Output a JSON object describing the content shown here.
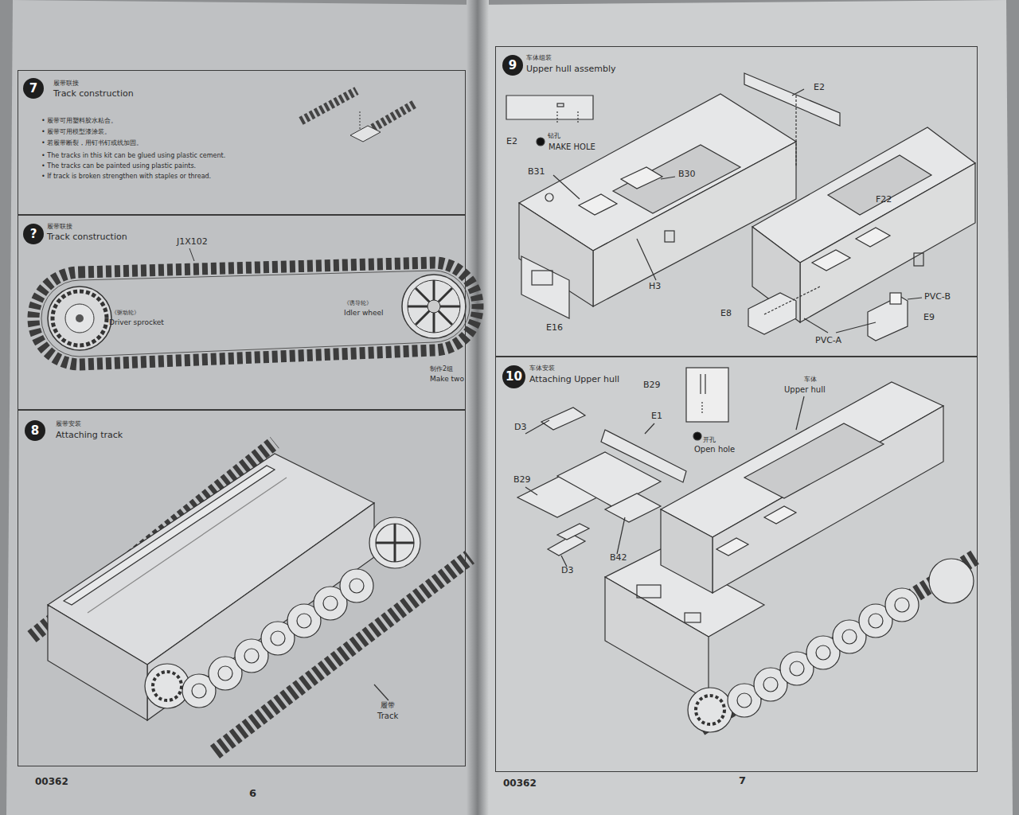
{
  "diagram": {
    "nodes": [
      {
        "text": [
          "履带联接",
          "Track construction"
        ]
      },
      {
        "text": [
          "7"
        ],
        "in": 0
      },
      {
        "text": [
          "履带联接",
          "Track construction"
        ]
      },
      {
        "text": [
          "?"
        ],
        "in": 2
      },
      {
        "text": [
          "履带安装",
          "Attaching track"
        ]
      },
      {
        "text": [
          "8"
        ],
        "in": 4
      },
      {
        "text": [
          "车体组装",
          "Upper hull assembly"
        ]
      },
      {
        "text": [
          "9"
        ],
        "in": 6
      },
      {
        "text": [
          "车体安装",
          "Attaching Upper hull"
        ]
      },
      {
        "text": [
          "10"
        ],
        "in": 8
      }
    ],
    "labels": [
      "• 履带可用塑料胶水粘合。",
      "• 履带可用模型漆涂装。",
      "• 若履带断裂，用钉书钉或线加固。",
      "• The tracks in this kit can be glued using plastic cement.",
      "• The tracks can be painted using plastic paints.",
      "• If track is broken strengthen with staples or thread.",
      "J1X102",
      "《驱动轮》",
      "Driver sprocket",
      "《诱导轮》",
      "Idler wheel",
      "制作2组",
      "Make two",
      "履带",
      "Track",
      "00362",
      "6",
      "E2",
      "E2",
      "钻孔",
      "MAKE HOLE",
      "B31",
      "B30",
      "F22",
      "H3",
      "PVC-B",
      "E16",
      "E8",
      "E9",
      "PVC-A",
      "B29",
      "车体",
      "Upper hull",
      "开孔",
      "Open hole",
      "E1",
      "D3",
      "B29",
      "D3",
      "B42",
      "00362",
      "7"
    ]
  }
}
